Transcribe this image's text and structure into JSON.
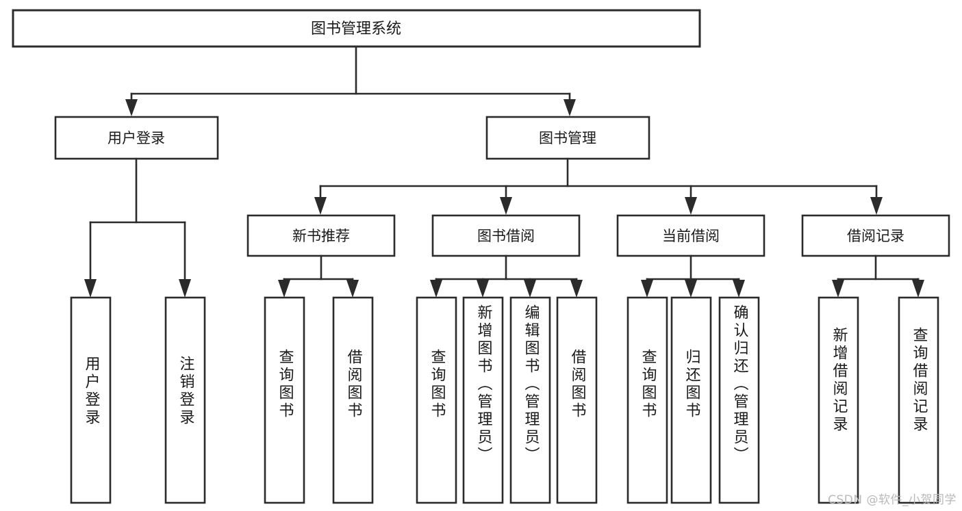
{
  "diagram": {
    "type": "tree",
    "title": "图书管理系统",
    "watermark": "CSDN @软件_小贺同学",
    "colors": {
      "stroke": "#2b2b2b",
      "fill": "#ffffff",
      "text": "#1a1a1a",
      "watermark": "#b9b9b9"
    },
    "nodes": {
      "root": {
        "label": "图书管理系统"
      },
      "level1": [
        {
          "label": "用户登录"
        },
        {
          "label": "图书管理"
        }
      ],
      "level2": [
        {
          "label": "新书推荐"
        },
        {
          "label": "图书借阅"
        },
        {
          "label": "当前借阅"
        },
        {
          "label": "借阅记录"
        }
      ],
      "leaves": {
        "user_login": [
          {
            "label": "用户登录"
          },
          {
            "label": "注销登录"
          }
        ],
        "new_book": [
          {
            "label": "查询图书"
          },
          {
            "label": "借阅图书"
          }
        ],
        "book_borrow": [
          {
            "label": "查询图书"
          },
          {
            "label": "新增图书（管理员）"
          },
          {
            "label": "编辑图书（管理员）"
          },
          {
            "label": "借阅图书"
          }
        ],
        "current_borrow": [
          {
            "label": "查询图书"
          },
          {
            "label": "归还图书"
          },
          {
            "label": "确认归还（管理员）"
          }
        ],
        "borrow_record": [
          {
            "label": "新增借阅记录"
          },
          {
            "label": "查询借阅记录"
          }
        ]
      }
    }
  }
}
